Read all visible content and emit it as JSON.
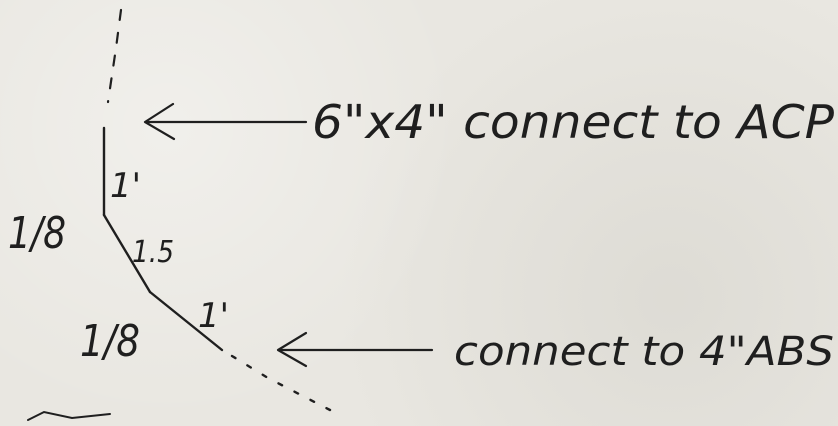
{
  "annotations": {
    "top_arrow_label": "6\"x4\" connect to ACP",
    "bottom_arrow_label": "connect to 4\"ABS"
  },
  "segments": {
    "top_segment_label": "1'",
    "middle_segment_label": "1.5",
    "lower_segment_label": "1'"
  },
  "slopes": {
    "upper_slope": "1/8",
    "lower_slope": "1/8"
  },
  "colors": {
    "paper": "#e9e7e1",
    "ink": "#1f1f1f"
  }
}
